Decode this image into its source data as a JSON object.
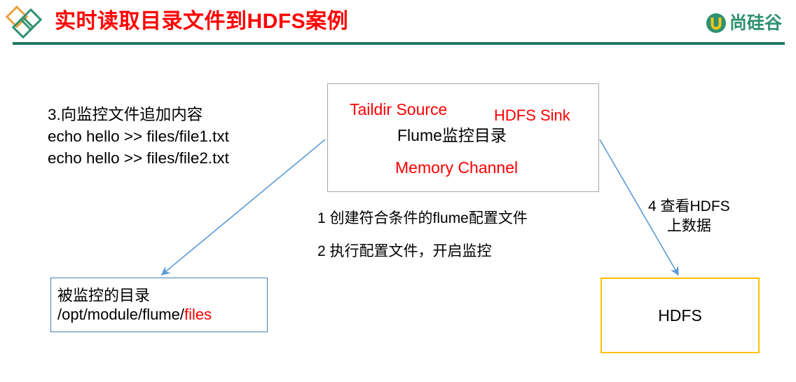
{
  "header": {
    "title": "实时读取目录文件到HDFS案例",
    "title_color": "#ff0000",
    "rule_color": "#1f7a62",
    "logo_diamond_colors": [
      "#e8a33d",
      "#2e9171",
      "#2e9171"
    ],
    "brand": {
      "text": "尚硅谷",
      "mark_icon": "atguigu-u-logo-icon",
      "color": "#2e9171"
    }
  },
  "left_steps": {
    "text": "3.向监控文件追加内容\necho hello >> files/file1.txt\necho hello >> files/file2.txt",
    "lines": [
      "3.向监控文件追加内容",
      "echo hello >> files/file1.txt",
      "echo hello >> files/file2.txt"
    ]
  },
  "center_box": {
    "source_label": "Taildir Source",
    "sink_label": "HDFS Sink",
    "title_label": "Flume监控目录",
    "channel_label": "Memory Channel",
    "accent_color": "#ff0000",
    "border_color": "#a6a6a6"
  },
  "center_steps": {
    "step1": "1 创建符合条件的flume配置文件",
    "step2": "2 执行配置文件，开启监控"
  },
  "right_step": {
    "text": "4 查看HDFS\n上数据",
    "lines": [
      "4 查看HDFS",
      "上数据"
    ]
  },
  "watched_dir_box": {
    "line1": "被监控的目录",
    "path_prefix": "/opt/module/flume/",
    "path_highlight": "files",
    "border_color": "#4a7ebb",
    "highlight_color": "#ff0000"
  },
  "hdfs_box": {
    "label": "HDFS",
    "border_color": "#ffc000"
  },
  "arrows": {
    "color": "#5b9bd5",
    "left_arrow_name": "arrow-center-to-watched-dir",
    "right_arrow_name": "arrow-center-to-hdfs"
  }
}
